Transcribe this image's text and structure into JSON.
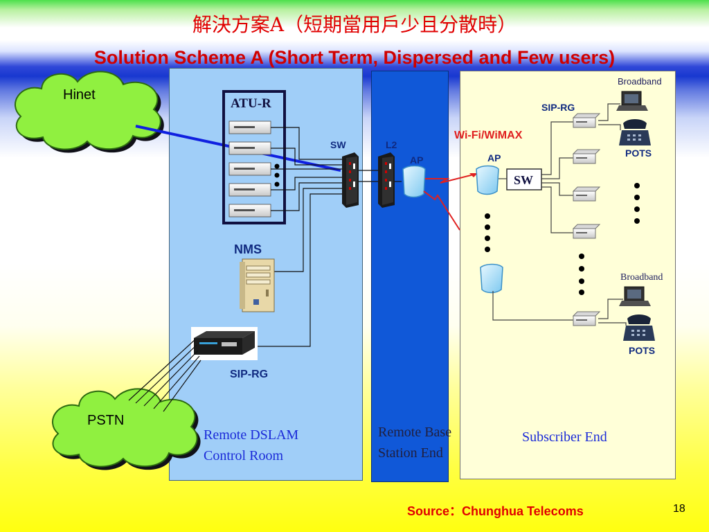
{
  "title_zh": "解決方案A（短期當用戶少且分散時）",
  "title_en": "Solution Scheme A (Short Term, Dispersed and Few users)",
  "clouds": {
    "hinet": "Hinet",
    "pstn": "PSTN"
  },
  "labels": {
    "atu_r": "ATU-R",
    "sw_left": "SW",
    "l2": "L2",
    "ap_base": "AP",
    "nms": "NMS",
    "sip_rg_left": "SIP-RG",
    "wifi": "Wi-Fi/WiMAX",
    "ap_sub": "AP",
    "sw_sub": "SW",
    "sip_rg_top": "SIP-RG",
    "broadband_top": "Broadband",
    "pots_top": "POTS",
    "broadband_bottom": "Broadband",
    "pots_bottom": "POTS"
  },
  "zones": {
    "dslam_line1": "Remote DSLAM",
    "dslam_line2": "Control Room",
    "base_line1": "Remote Base",
    "base_line2": "Station End",
    "subscriber": "Subscriber End"
  },
  "footer": {
    "source": "Source：Chunghua Telecoms",
    "page": "18"
  },
  "colors": {
    "title": "#e00000",
    "zone_text": "#1a2ad8",
    "dslam_panel": "#a0cef8",
    "base_panel": "#1058d8",
    "subscriber_panel": "#ffffd8",
    "cloud": "#90f040",
    "link_blue": "#1020e0",
    "wireless": "#e02020"
  },
  "icons": [
    "cloud-icon",
    "modem-icon",
    "switch-icon",
    "access-point-icon",
    "server-tower-icon",
    "gateway-box-icon",
    "laptop-icon",
    "telephone-icon",
    "dots-icon"
  ]
}
